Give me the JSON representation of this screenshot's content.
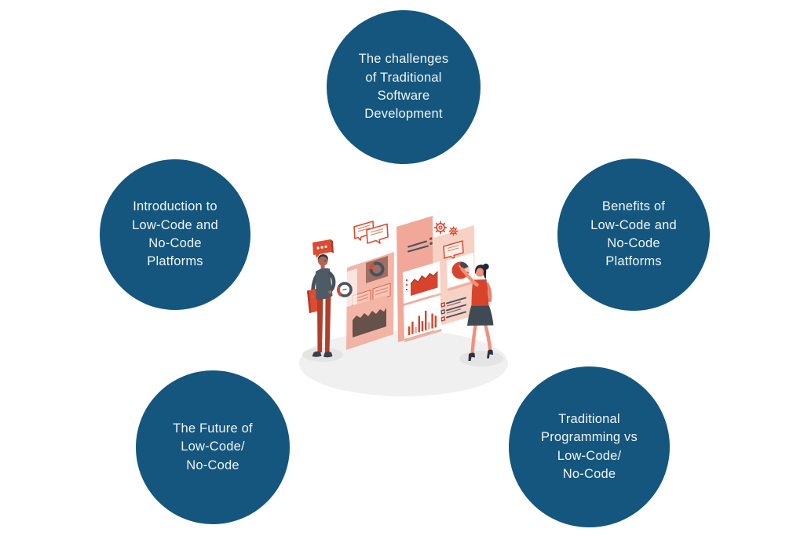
{
  "diagram": {
    "background_color": "#ffffff",
    "node_color": "#14567E",
    "node_text_color": "#F2F5F6",
    "nodes": [
      {
        "id": "top-center",
        "label": "The challenges\nof Traditional\nSoftware\nDevelopment"
      },
      {
        "id": "middle-left",
        "label": "Introduction to\nLow-Code and\nNo-Code\nPlatforms"
      },
      {
        "id": "middle-right",
        "label": "Benefits of\nLow-Code and\nNo-Code\nPlatforms"
      },
      {
        "id": "bottom-left",
        "label": "The Future of\nLow-Code/\nNo-Code"
      },
      {
        "id": "bottom-right",
        "label": "Traditional\nProgramming vs\nLow-Code/\nNo-Code"
      }
    ],
    "illustration": {
      "name": "two-people-analyzing-dashboard-charts",
      "colors": {
        "accent_red": "#DE4A32",
        "dark_red": "#B23A29",
        "panel_salmon": "#F0A392",
        "panel_light_salmon": "#F6C6B7",
        "panel_pale": "#F8D4C9",
        "dark_slate": "#46535F",
        "hair_dark": "#2A333D",
        "skin_man": "#B26653",
        "skin_woman": "#F0907C",
        "pants_red": "#AF3E2B",
        "card_white": "#FFFFFF",
        "ground_shadow": "#F0F0F0"
      }
    }
  }
}
